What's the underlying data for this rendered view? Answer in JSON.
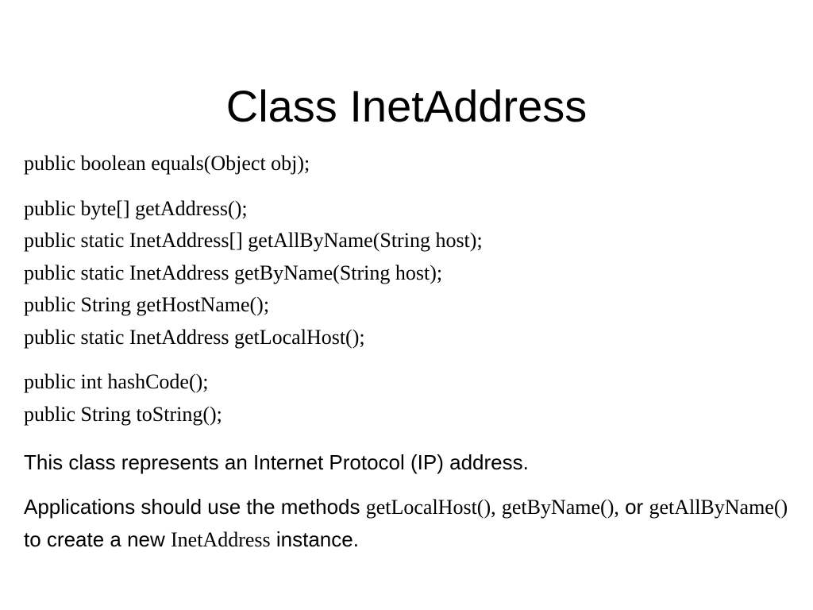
{
  "slide": {
    "title": "Class InetAddress",
    "method_groups": [
      [
        "public boolean equals(Object obj);"
      ],
      [
        "public byte[] getAddress();",
        "public static InetAddress[] getAllByName(String host);",
        "public static InetAddress getByName(String host);",
        "public String getHostName();",
        "public static InetAddress getLocalHost();"
      ],
      [
        "public int hashCode();",
        "public String toString();"
      ]
    ],
    "description": "This class represents an Internet Protocol (IP) address.",
    "usage": {
      "part1": "Applications should use the methods ",
      "code1": "getLocalHost(),",
      "sep1": " ",
      "code2": "getByName(),",
      "part2": " or ",
      "code3": "getAllByName()",
      "part3": " to create a new ",
      "code4": "InetAddress",
      "part4": " instance."
    }
  }
}
